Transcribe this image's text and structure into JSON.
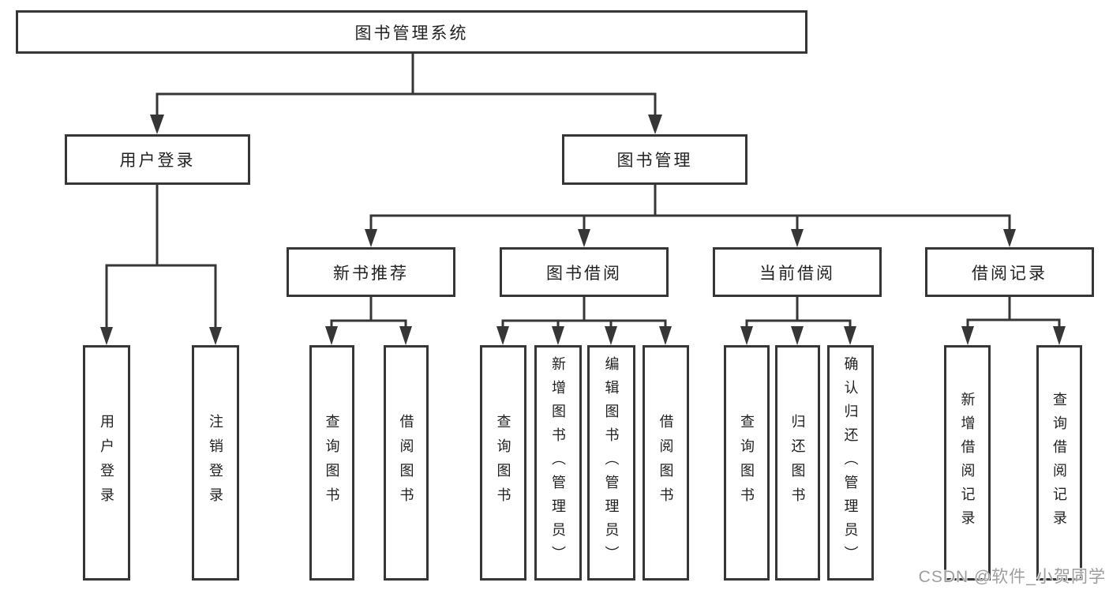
{
  "watermark": {
    "text": "CSDN @软件_小贺同学"
  },
  "colors": {
    "line": "#363636",
    "box_border": "#363636",
    "text": "#222222",
    "background": "#ffffff",
    "watermark_text": "#9d9d9d"
  },
  "diagram": {
    "type": "hierarchy-tree",
    "root": {
      "label": "图书管理系统",
      "children": [
        {
          "label": "用户登录",
          "children": [
            {
              "label": "用户登录"
            },
            {
              "label": "注销登录"
            }
          ]
        },
        {
          "label": "图书管理",
          "children": [
            {
              "label": "新书推荐",
              "children": [
                {
                  "label": "查询图书"
                },
                {
                  "label": "借阅图书"
                }
              ]
            },
            {
              "label": "图书借阅",
              "children": [
                {
                  "label": "查询图书"
                },
                {
                  "label": "新增图书（管理员）"
                },
                {
                  "label": "编辑图书（管理员）"
                },
                {
                  "label": "借阅图书"
                }
              ]
            },
            {
              "label": "当前借阅",
              "children": [
                {
                  "label": "查询图书"
                },
                {
                  "label": "归还图书"
                },
                {
                  "label": "确认归还（管理员）"
                }
              ]
            },
            {
              "label": "借阅记录",
              "children": [
                {
                  "label": "新增借阅记录"
                },
                {
                  "label": "查询借阅记录"
                }
              ]
            }
          ]
        }
      ]
    }
  }
}
